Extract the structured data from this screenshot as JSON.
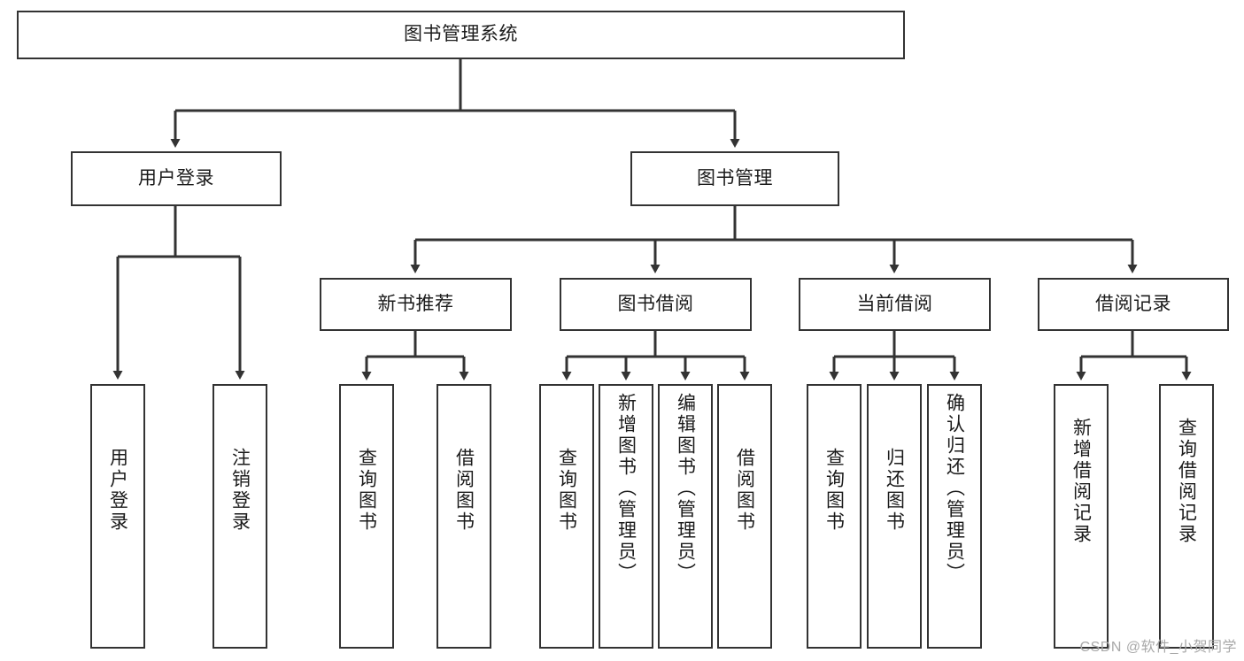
{
  "diagram": {
    "title": "图书管理系统",
    "type": "hierarchy-tree",
    "theme": {
      "background": "#ffffff",
      "box_border": "#333333",
      "box_fill": "#ffffff",
      "connector": "#333333",
      "text": "#1b1b1b",
      "watermark_text": "#a8a8a8"
    },
    "watermark": "CSDN @软件_小贺同学",
    "nodes": {
      "root": {
        "label": "图书管理系统",
        "level": 1,
        "orientation": "horizontal"
      },
      "l2": [
        {
          "id": "user-login",
          "label": "用户登录",
          "level": 2,
          "orientation": "horizontal"
        },
        {
          "id": "book-manage",
          "label": "图书管理",
          "level": 2,
          "orientation": "horizontal"
        }
      ],
      "l3": [
        {
          "id": "new-book-rec",
          "label": "新书推荐",
          "level": 3,
          "orientation": "horizontal",
          "parent": "book-manage"
        },
        {
          "id": "book-borrow",
          "label": "图书借阅",
          "level": 3,
          "orientation": "horizontal",
          "parent": "book-manage"
        },
        {
          "id": "current-borrow",
          "label": "当前借阅",
          "level": 3,
          "orientation": "horizontal",
          "parent": "book-manage"
        },
        {
          "id": "borrow-record",
          "label": "借阅记录",
          "level": 3,
          "orientation": "horizontal",
          "parent": "book-manage"
        }
      ],
      "leaves": [
        {
          "id": "leaf-user-login",
          "label": "用户登录",
          "parent": "user-login",
          "orientation": "vertical"
        },
        {
          "id": "leaf-user-logout",
          "label": "注销登录",
          "parent": "user-login",
          "orientation": "vertical"
        },
        {
          "id": "leaf-rec-query",
          "label": "查询图书",
          "parent": "new-book-rec",
          "orientation": "vertical"
        },
        {
          "id": "leaf-rec-borrow",
          "label": "借阅图书",
          "parent": "new-book-rec",
          "orientation": "vertical"
        },
        {
          "id": "leaf-borrow-query",
          "label": "查询图书",
          "parent": "book-borrow",
          "orientation": "vertical"
        },
        {
          "id": "leaf-borrow-add",
          "label": "新增图书（管理员）",
          "parent": "book-borrow",
          "orientation": "vertical"
        },
        {
          "id": "leaf-borrow-edit",
          "label": "编辑图书（管理员）",
          "parent": "book-borrow",
          "orientation": "vertical"
        },
        {
          "id": "leaf-borrow-do",
          "label": "借阅图书",
          "parent": "book-borrow",
          "orientation": "vertical"
        },
        {
          "id": "leaf-cur-query",
          "label": "查询图书",
          "parent": "current-borrow",
          "orientation": "vertical"
        },
        {
          "id": "leaf-cur-return",
          "label": "归还图书",
          "parent": "current-borrow",
          "orientation": "vertical"
        },
        {
          "id": "leaf-cur-confirm",
          "label": "确认归还（管理员）",
          "parent": "current-borrow",
          "orientation": "vertical"
        },
        {
          "id": "leaf-rec-add",
          "label": "新增借阅记录",
          "parent": "borrow-record",
          "orientation": "vertical"
        },
        {
          "id": "leaf-rec-query2",
          "label": "查询借阅记录",
          "parent": "borrow-record",
          "orientation": "vertical"
        }
      ]
    }
  }
}
